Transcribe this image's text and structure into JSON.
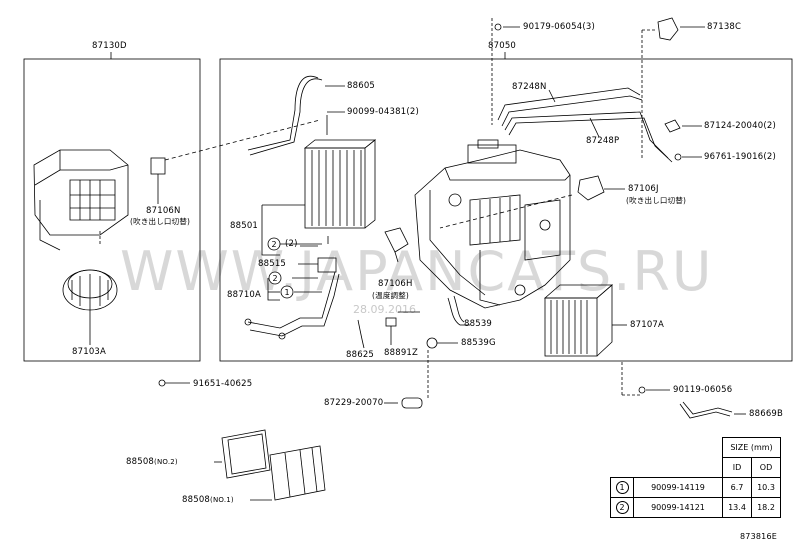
{
  "watermark": "WWW.JAPANCATS.RU",
  "watermark_date": "28.09.2016",
  "diagram_id": "873816E",
  "groups": {
    "left_box": "87130D",
    "main_box": "87050"
  },
  "labels": {
    "p87103A": "87103A",
    "p87106N_left": "87106N",
    "p87106N_left_sub": "(吹き出し口切替)",
    "p91651": "91651-40625",
    "p88605": "88605",
    "p90099_04381": "90099-04381(2)",
    "p88501": "88501",
    "p_circle2": "2",
    "p_circle2_qty": "(2)",
    "p88515": "88515",
    "p88710A": "88710A",
    "p87106H": "87106H",
    "p87106H_sub": "(温度調整)",
    "p88539": "88539",
    "p88539G": "88539G",
    "p88625": "88625",
    "p88891Z": "88891Z",
    "p87229": "87229-20070",
    "p90179": "90179-06054(3)",
    "p87138C": "87138C",
    "p87248N": "87248N",
    "p87248P": "87248P",
    "p87124": "87124-20040(2)",
    "p96761": "96761-19016(2)",
    "p87106J": "87106J",
    "p87106J_sub": "(吹き出し口切替)",
    "p87107A": "87107A",
    "p90119": "90119-06056",
    "p88669B": "88669B",
    "p88508_2": "88508",
    "p88508_2_sub": "(NO.2)",
    "p88508_1": "88508",
    "p88508_1_sub": "(NO.1)"
  },
  "size_table": {
    "title": "SIZE (mm)",
    "col_id": "ID",
    "col_od": "OD",
    "rows": [
      {
        "mark": "1",
        "part": "90099-14119",
        "id": "6.7",
        "od": "10.3"
      },
      {
        "mark": "2",
        "part": "90099-14121",
        "id": "13.4",
        "od": "18.2"
      }
    ]
  }
}
